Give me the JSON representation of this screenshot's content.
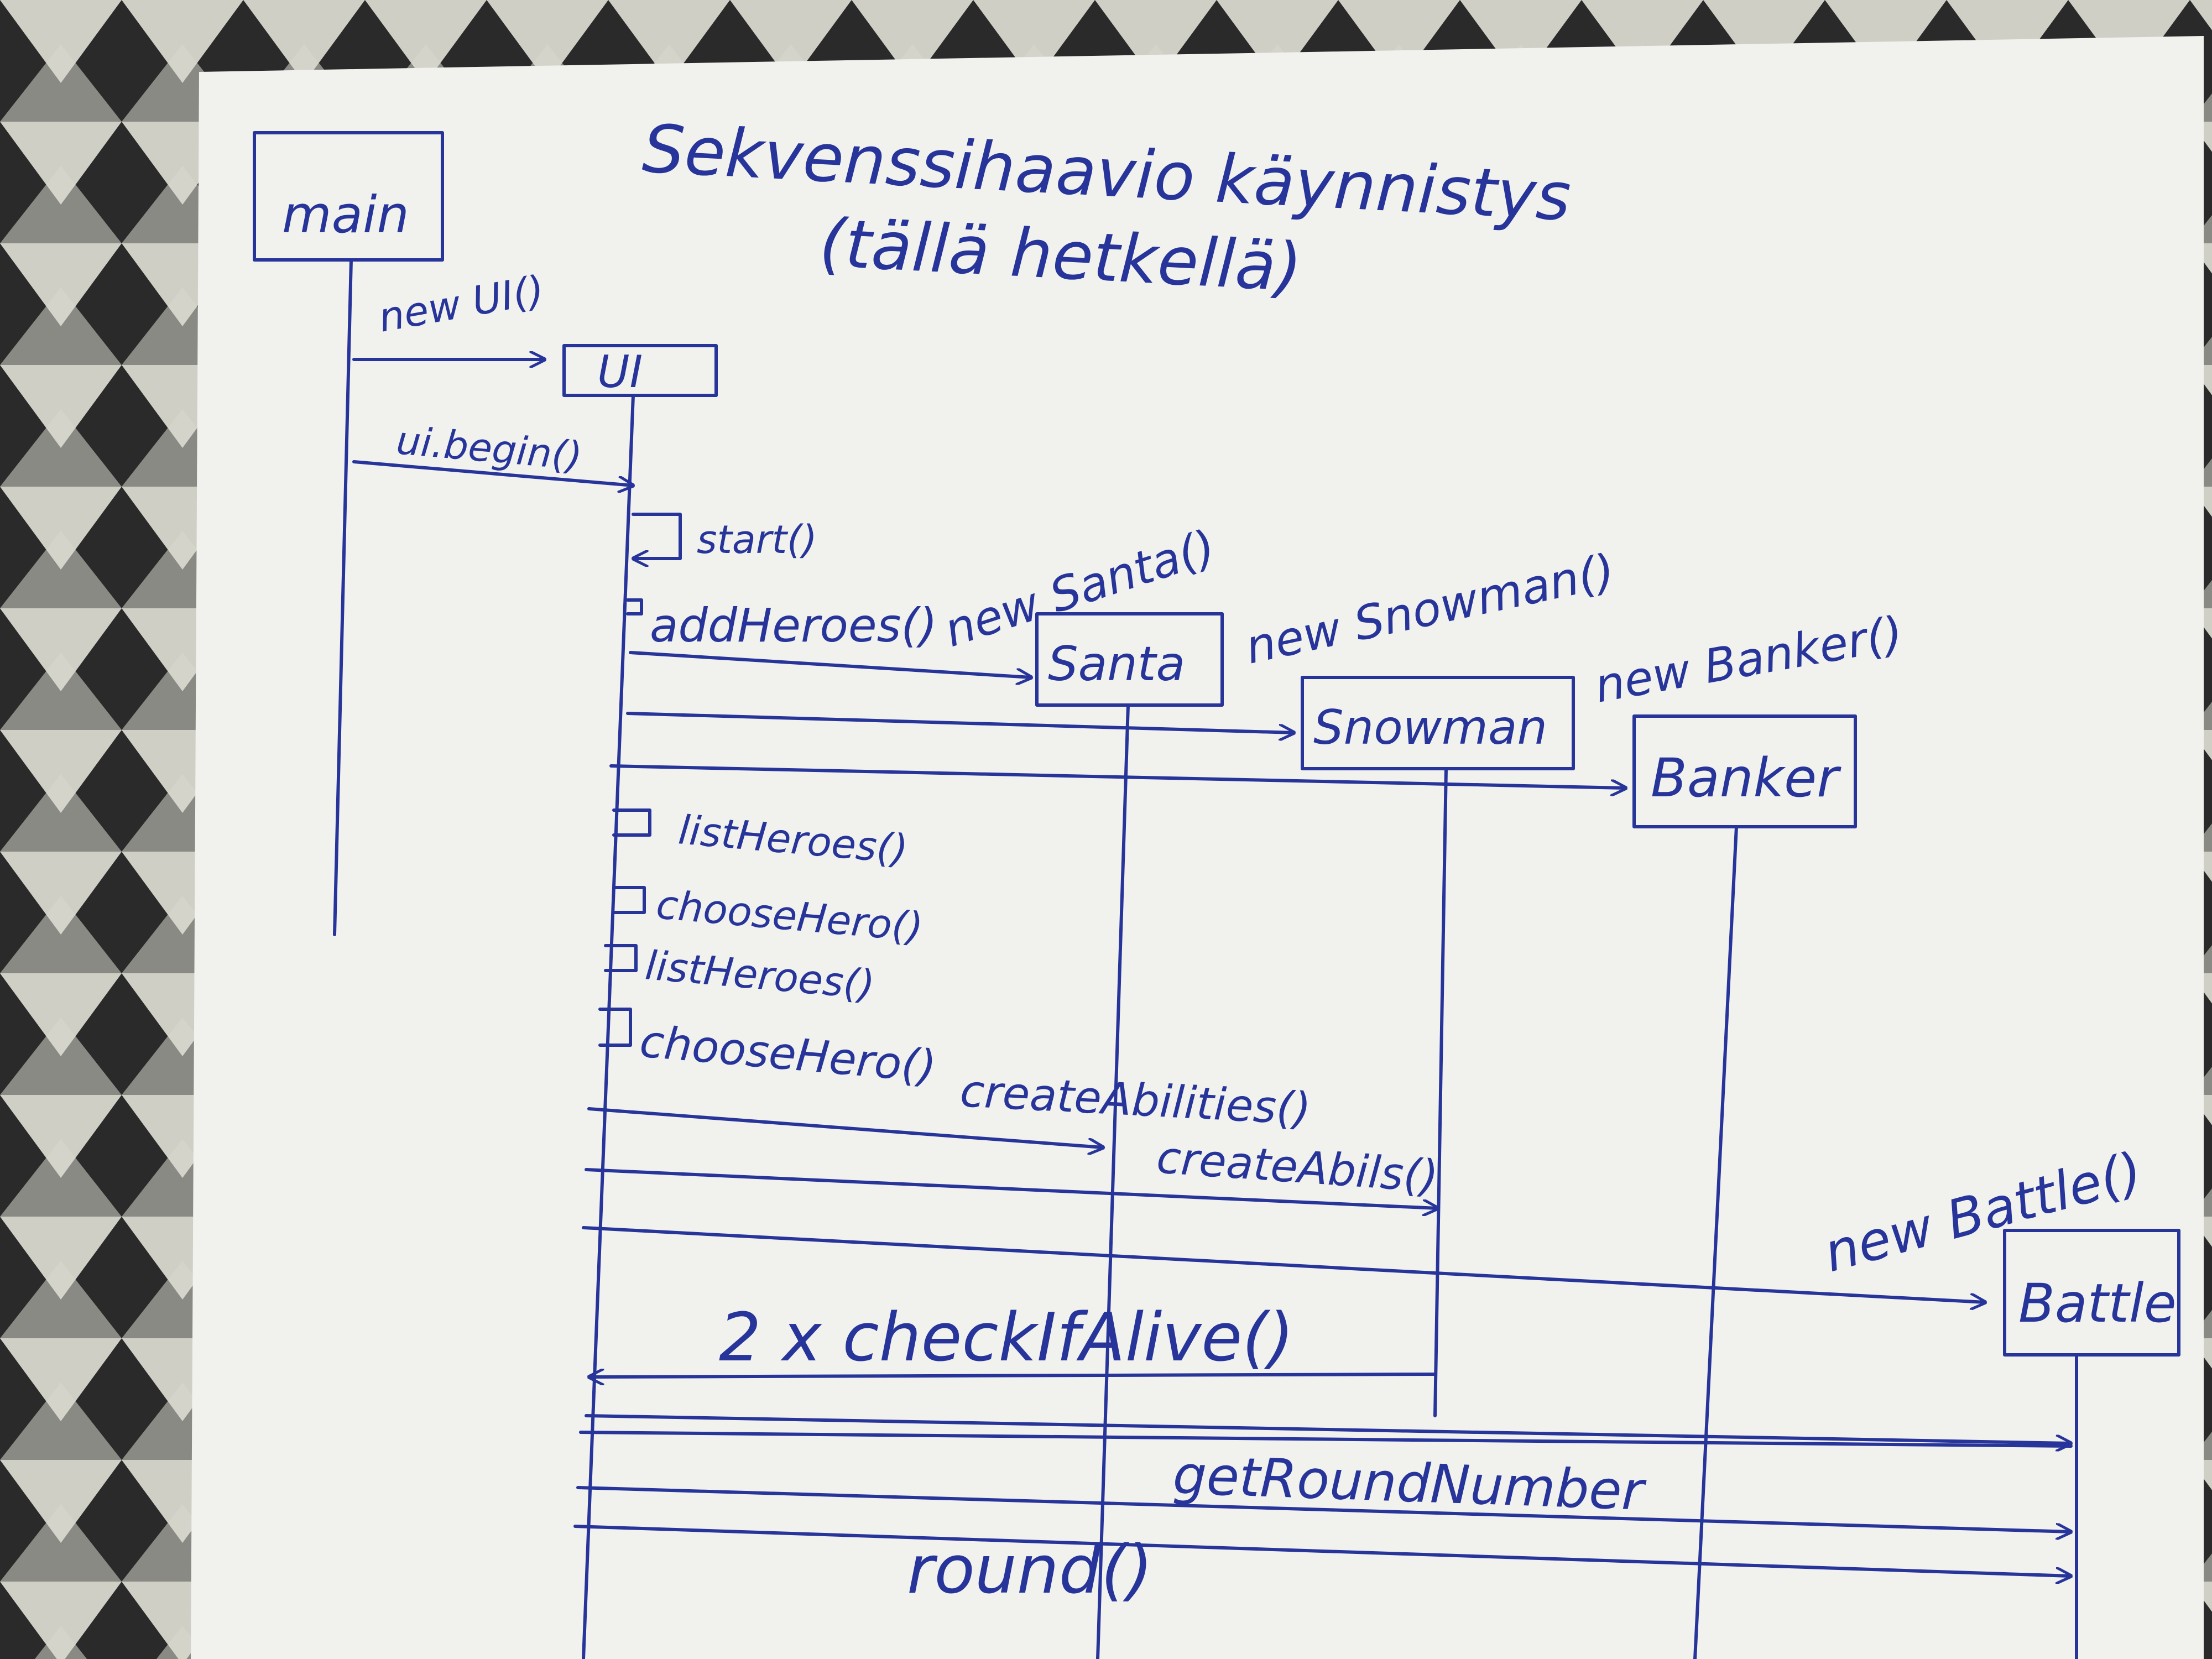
{
  "diagram": {
    "title": "Sekvenssihaavio käynnistys",
    "subtitle": "(tällä hetkellä)",
    "ink_color": "#27349a",
    "paper_color": "#f1f1ee",
    "objects": {
      "main": "main",
      "ui": "UI",
      "santa": "Santa",
      "snowman": "Snowman",
      "banker": "Banker",
      "battle": "Battle"
    },
    "messages": {
      "new_ui": "new UI()",
      "ui_begin": "ui.begin()",
      "start": "start()",
      "add_heroes": "addHeroes()",
      "new_santa": "new Santa()",
      "new_snowman": "new Snowman()",
      "new_banker": "new Banker()",
      "list_heroes_1": "listHeroes()",
      "choose_hero_1": "chooseHero()",
      "list_heroes_2": "listHeroes()",
      "choose_hero_2": "chooseHero()",
      "create_abilities": "createAbilities()",
      "create_abils": "createAbils()",
      "new_battle": "new Battle()",
      "check_if_alive": "2 x checkIfAlive()",
      "get_round_number": "getRoundNumber",
      "round": "round()"
    }
  }
}
